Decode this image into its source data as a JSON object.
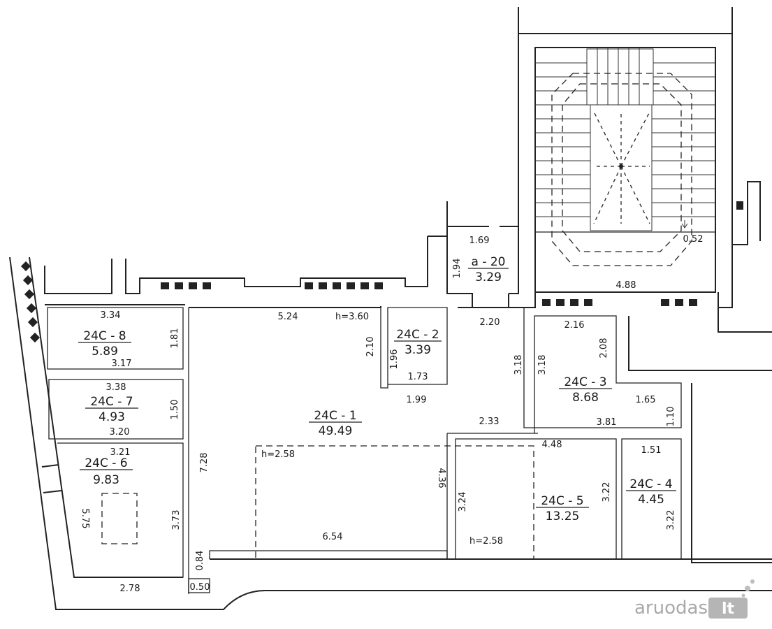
{
  "rooms": [
    {
      "name": "24C - 1",
      "area": "49.49"
    },
    {
      "name": "24C - 2",
      "area": "3.39"
    },
    {
      "name": "24C - 3",
      "area": "8.68"
    },
    {
      "name": "24C - 4",
      "area": "4.45"
    },
    {
      "name": "24C - 5",
      "area": "13.25"
    },
    {
      "name": "24C - 6",
      "area": "9.83"
    },
    {
      "name": "24C - 7",
      "area": "4.93"
    },
    {
      "name": "24C - 8",
      "area": "5.89"
    },
    {
      "name": "a - 20",
      "area": "3.29"
    }
  ],
  "dimensions": [
    "3.34",
    "1.81",
    "3.17",
    "3.38",
    "1.50",
    "3.20",
    "3.21",
    "5.75",
    "3.73",
    "2.78",
    "0.84",
    "0.50",
    "7.28",
    "5.24",
    "h=3.60",
    "2.10",
    "1.96",
    "1.73",
    "1.99",
    "h=2.58",
    "4.36",
    "6.54",
    "2.33",
    "3.18",
    "3.18",
    "2.16",
    "2.08",
    "1.65",
    "1.10",
    "3.81",
    "4.48",
    "3.24",
    "h=2.58",
    "3.22",
    "1.51",
    "3.22",
    "2.20",
    "1.69",
    "1.94",
    "4.88",
    "0.52"
  ],
  "watermark": {
    "text": "aruodas",
    "tld": "lt"
  }
}
